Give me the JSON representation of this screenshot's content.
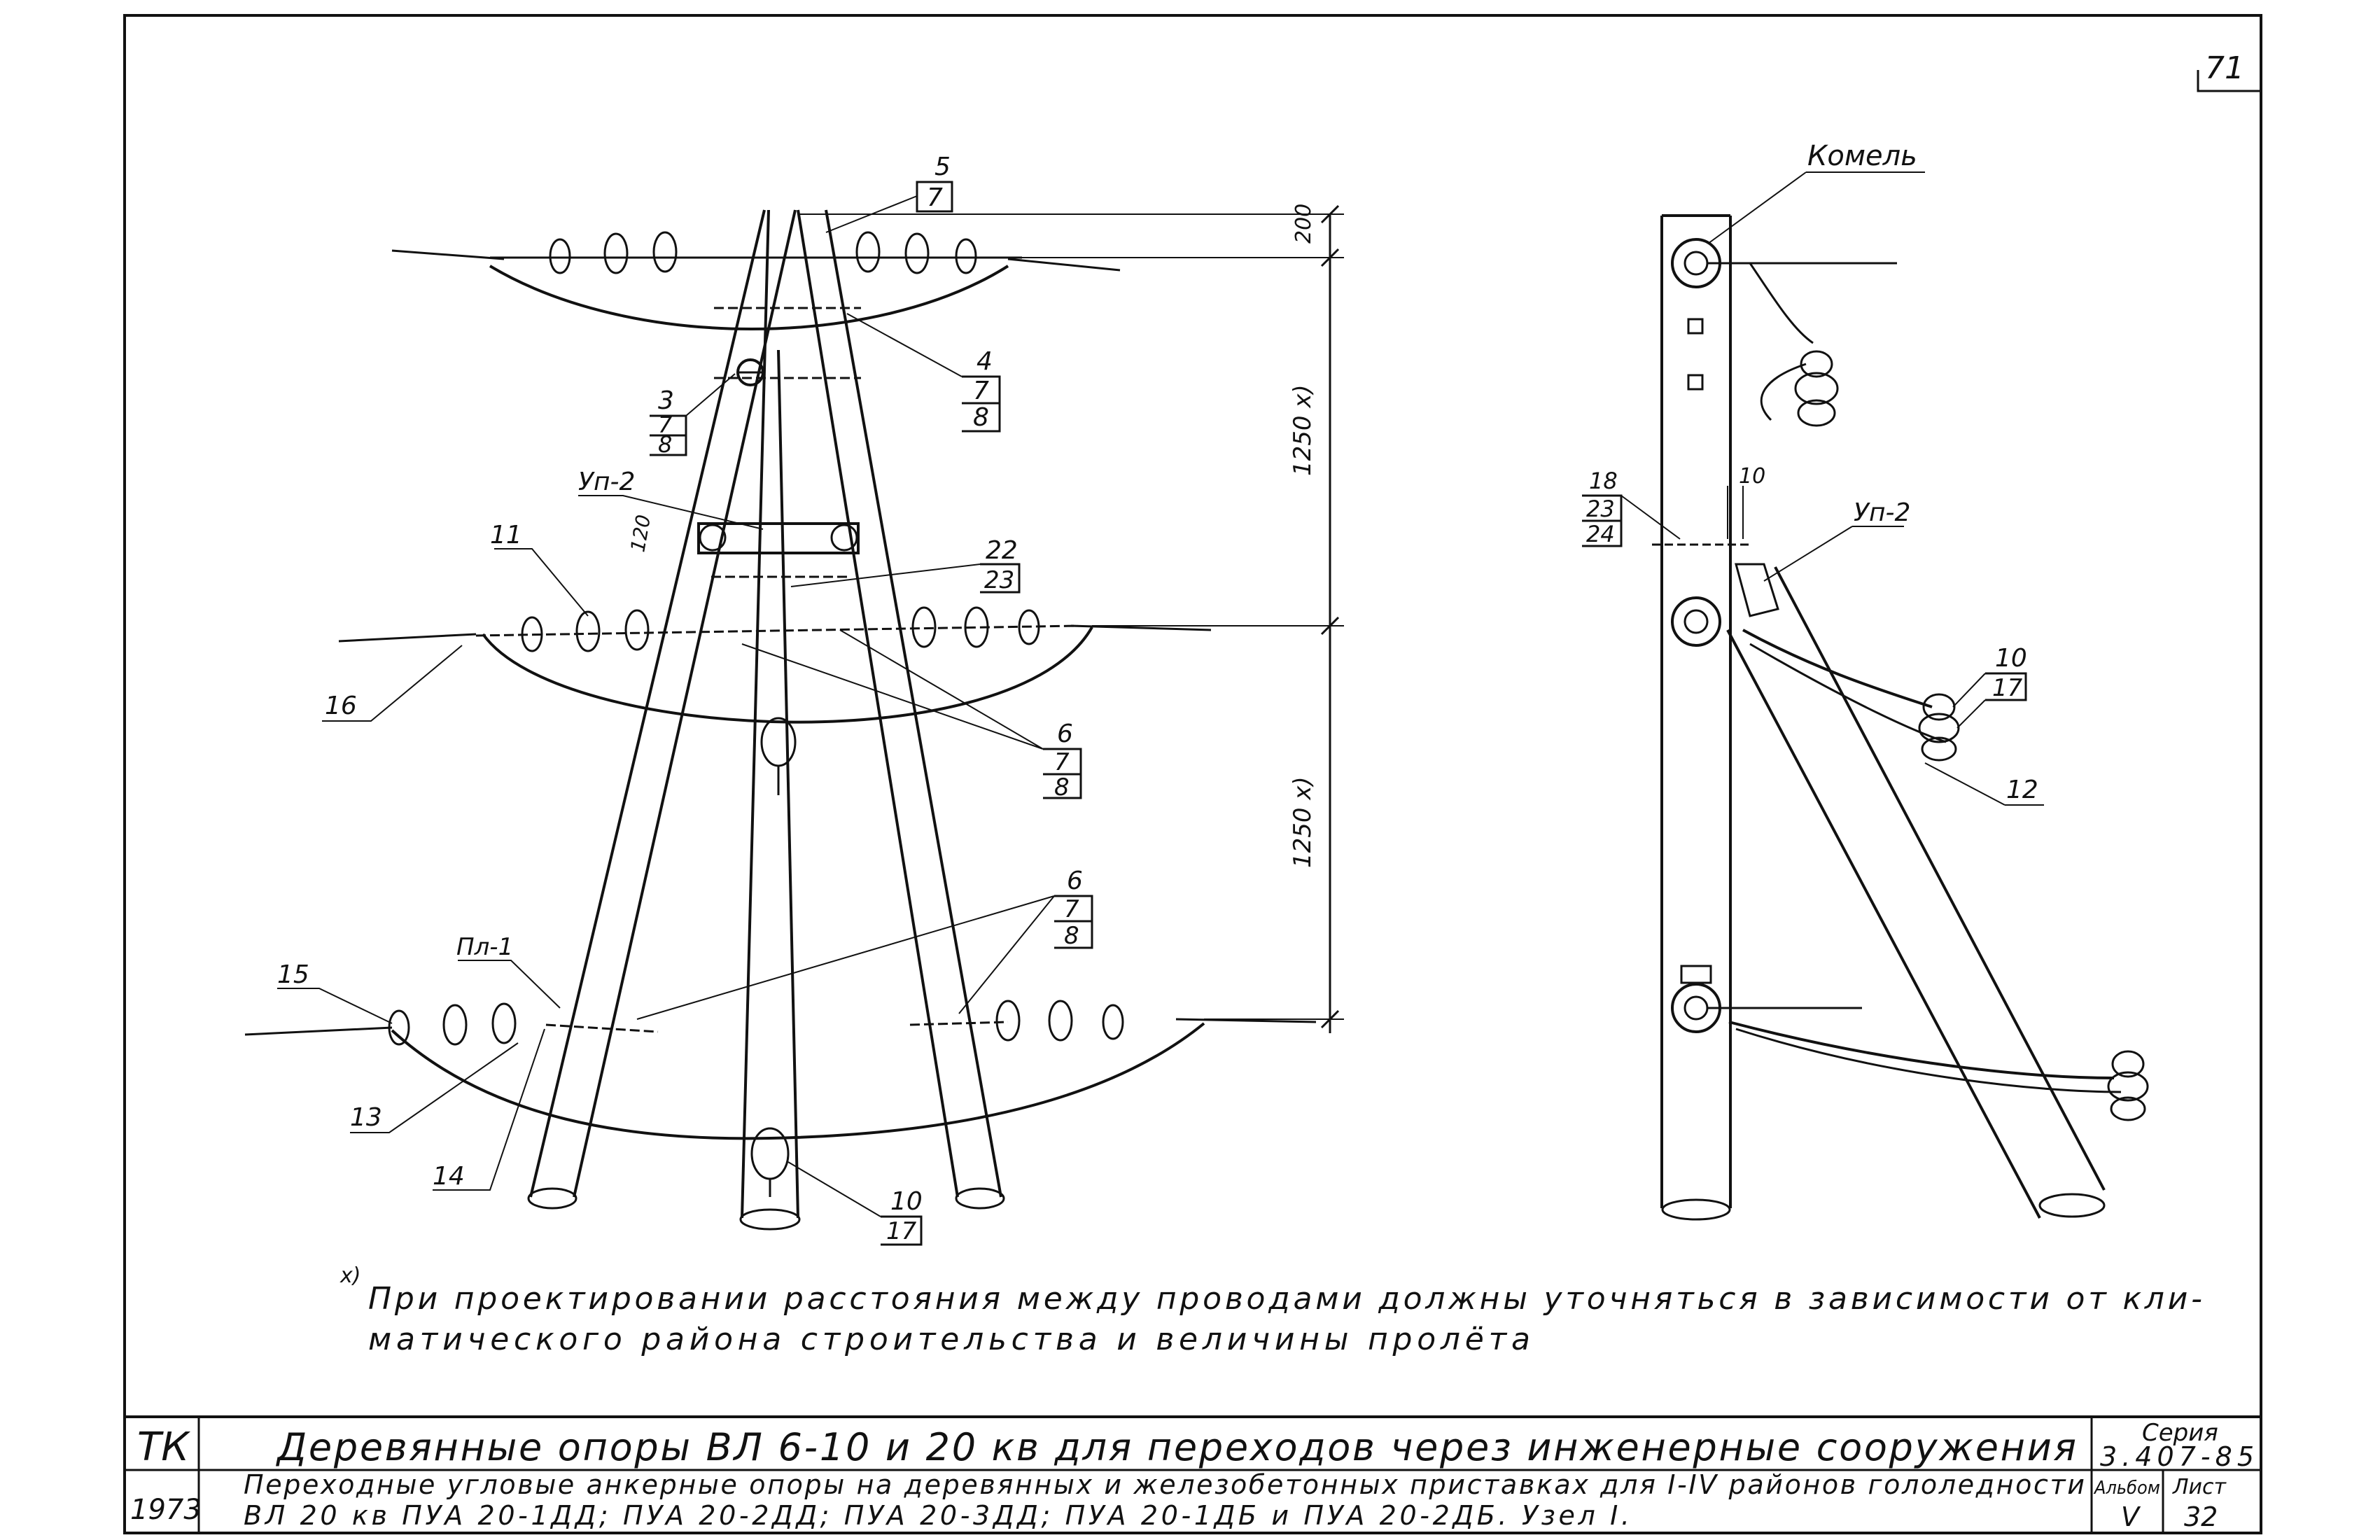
{
  "page_number": "71",
  "front_view": {
    "callouts": {
      "c5": {
        "top": "5",
        "bottom": "7"
      },
      "c4": {
        "top": "4",
        "mid": "7",
        "bottom": "8"
      },
      "c3": {
        "top": "3",
        "mid": "7",
        "bottom": "8"
      },
      "up2": "Уп-2",
      "dim120": "120",
      "c11": "11",
      "c22": {
        "top": "22",
        "bottom": "23"
      },
      "c16": "16",
      "c6a": {
        "top": "6",
        "mid": "7",
        "bottom": "8"
      },
      "c6b": {
        "top": "6",
        "mid": "7",
        "bottom": "8"
      },
      "pl1": "Пл-1",
      "c15": "15",
      "c13": "13",
      "c14": "14",
      "c10": {
        "top": "10",
        "bottom": "17"
      }
    },
    "dimensions": {
      "d200": "200",
      "d1250a": "1250 х)",
      "d1250b": "1250 х)"
    }
  },
  "side_view": {
    "kamel": "Комель",
    "c18": {
      "top": "18",
      "mid": "23",
      "bottom": "24"
    },
    "d10": "10",
    "up2": "Уп-2",
    "c10": {
      "top": "10",
      "bottom": "17"
    },
    "c12": "12"
  },
  "footnote": {
    "mark": "х)",
    "line1": "При проектировании расстояния между проводами должны уточняться в зависимости от кли-",
    "line2": "матического района строительства и величины пролёта"
  },
  "title_block": {
    "org": "ТК",
    "year": "1973",
    "title": "Деревянные опоры ВЛ 6-10 и 20 кв для переходов через инженерные сооружения",
    "subtitle1": "Переходные угловые анкерные опоры на деревянных и железобетонных приставках для I-IV районов гололедности",
    "subtitle2": "ВЛ 20 кв ПУА 20-1ДД; ПУА 20-2ДД; ПУА 20-3ДД; ПУА 20-1ДБ и ПУА 20-2ДБ. Узел I.",
    "seria_label": "Серия",
    "seria_value": "3.407-85",
    "album_label": "Альбом",
    "album_value": "V",
    "sheet_label": "Лист",
    "sheet_value": "32"
  }
}
